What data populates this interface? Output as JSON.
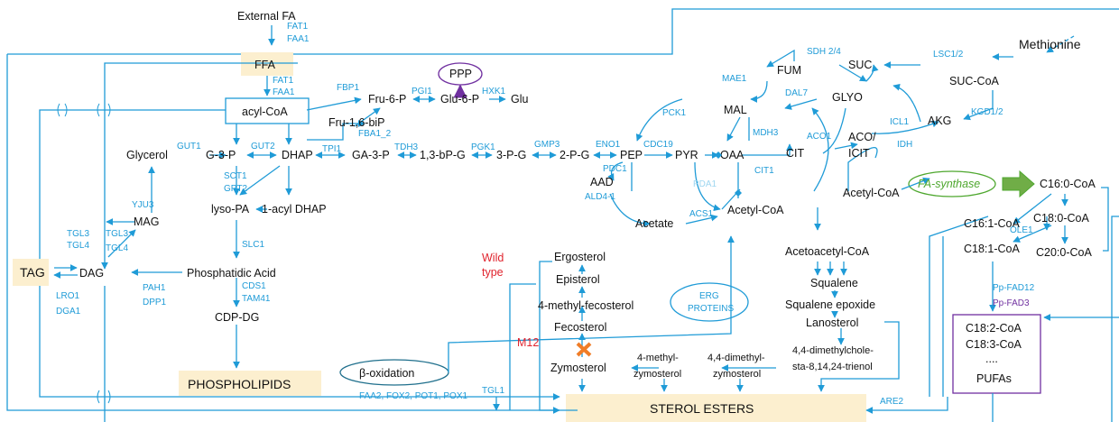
{
  "metabolites": {
    "external_fa": "External FA",
    "ffa": "FFA",
    "acyl_coa": "acyl-CoA",
    "ppp": "PPP",
    "fru6p": "Fru-6-P",
    "glu6p": "Glu-6-P",
    "glu": "Glu",
    "fru16bip": "Fru-1,6-biP",
    "glycerol": "Glycerol",
    "g3p": "G-3-P",
    "dhap": "DHAP",
    "ga3p": "GA-3-P",
    "bpg13": "1,3-bP-G",
    "pg3": "3-P-G",
    "pg2": "2-P-G",
    "pep": "PEP",
    "pyr": "PYR",
    "oaa": "OAA",
    "mal": "MAL",
    "fum": "FUM",
    "suc": "SUC",
    "suc_coa": "SUC-CoA",
    "methionine": "Methionine",
    "glyo": "GLYO",
    "akg": "AKG",
    "aco_icit_1": "ACO/",
    "aco_icit_2": "ICIT",
    "cit": "CIT",
    "aad": "AAD",
    "acetate": "Acetate",
    "acetyl_coa_1": "Acetyl-CoA",
    "acetyl_coa_2": "Acetyl-CoA",
    "fa_synthase": "FA-synthase",
    "c160": "C16:0-CoA",
    "c161": "C16:1-CoA",
    "c180": "C18:0-CoA",
    "c181": "C18:1-CoA",
    "c200": "C20:0-CoA",
    "lyso_pa": "lyso-PA",
    "acyl_dhap": "1-acyl DHAP",
    "mag": "MAG",
    "tag": "TAG",
    "dag": "DAG",
    "phosphatidic_acid": "Phosphatidic Acid",
    "cdp_dg": "CDP-DG",
    "phospholipids": "PHOSPHOLIPIDS",
    "beta_oxidation": "β-oxidation",
    "acetoacetyl_coa": "Acetoacetyl-CoA",
    "squalene": "Squalene",
    "squalene_epoxide": "Squalene epoxide",
    "lanosterol": "Lanosterol",
    "dimethyl_triene_1": "4,4-dimethylchole-",
    "dimethyl_triene_2": "sta-8,14,24-trienol",
    "dimethylzymosterol_1": "4,4-dimethyl-",
    "dimethylzymosterol_2": "zymosterol",
    "methylzymosterol_1": "4-methyl-",
    "methylzymosterol_2": "zymosterol",
    "zymosterol": "Zymosterol",
    "fecosterol": "Fecosterol",
    "methylfecosterol": "4-methyl-fecosterol",
    "episterol": "Episterol",
    "ergosterol": "Ergosterol",
    "erg_proteins_1": "ERG",
    "erg_proteins_2": "PROTEINS",
    "sterol_esters": "STEROL ESTERS",
    "wild_type_1": "Wild",
    "wild_type_2": "type",
    "m12": "M12",
    "c182": "C18:2-CoA",
    "c183": "C18:3-CoA",
    "ellipsis": "....",
    "pufas": "PUFAs"
  },
  "enzymes": {
    "fat1_a": "FAT1",
    "faa1_a": "FAA1",
    "fat1_b": "FAT1",
    "faa1_b": "FAA1",
    "fbp1": "FBP1",
    "pgi1": "PGI1",
    "hxk1": "HXK1",
    "fba1_2": "FBA1_2",
    "gut1": "GUT1",
    "gut2": "GUT2",
    "tpi1": "TPI1",
    "tdh3": "TDH3",
    "pgk1": "PGK1",
    "gmp3": "GMP3",
    "eno1": "ENO1",
    "cdc19": "CDC19",
    "pck1": "PCK1",
    "mae1": "MAE1",
    "mdh3": "MDH3",
    "sdh": "SDH 2/4",
    "lsc": "LSC1/2",
    "dal7": "DAL7",
    "icl1": "ICL1",
    "idh": "IDH",
    "kgd": "KGD1/2",
    "aco1": "ACO1",
    "cit1": "CIT1",
    "pdc1": "PDC1",
    "pda1": "PDA1",
    "ald4": "ALD4-1",
    "acs1": "ACS1",
    "ole1": "OLE1",
    "sct1": "SCT1",
    "gpt2": "GPT2",
    "yju3": "YJU3",
    "tgl3_a": "TGL3",
    "tgl4_a": "TGL4",
    "tgl3_b": "TGL3",
    "tgl4_b": "TGL4",
    "lro1": "LRO1",
    "dga1": "DGA1",
    "pah1": "PAH1",
    "dpp1": "DPP1",
    "slc1": "SLC1",
    "cds1": "CDS1",
    "tam41": "TAM41",
    "beta_ox_genes": "FAA2, FOX2, POT1, POX1",
    "tgl1": "TGL1",
    "are2": "ARE2",
    "pp_fad12": "Pp-FAD12",
    "pp_fad3": "Pp-FAD3"
  },
  "colors": {
    "arrow": "#1f9bd7",
    "highlight_box": "#fcefcf",
    "ppp_outline": "#7030a0",
    "fa_synthase_green": "#4ea72e",
    "strain_label": "#e0232d",
    "knockout_mark": "#f07d28"
  },
  "icons": {
    "knockout": "cross-mark-icon",
    "flux_arrow": "block-arrow-icon"
  }
}
